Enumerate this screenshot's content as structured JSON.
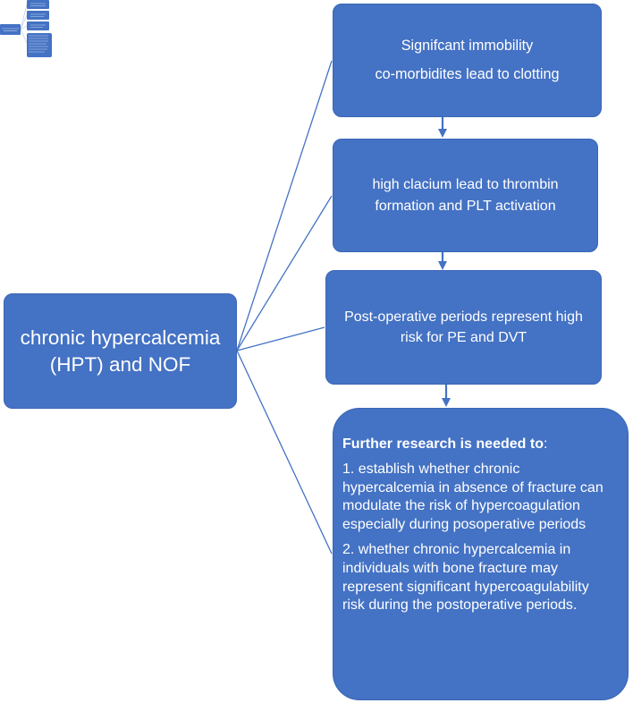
{
  "diagram": {
    "root": {
      "lines": [
        "chronic hypercalcemia",
        "(HPT) and NOF"
      ]
    },
    "boxes": [
      {
        "lines": [
          "Signifcant immobility",
          "co-morbidites lead to clotting"
        ]
      },
      {
        "text": "high clacium lead to thrombin formation and PLT activation"
      },
      {
        "text": "Post-operative periods represent high risk for PE and DVT"
      },
      {
        "title": "Further research is needed to",
        "title_suffix": ":",
        "items": [
          "1. establish whether  chronic hypercalcemia in absence of fracture can modulate the risk of hypercoagulation  especially during posoperative periods",
          "2. whether chronic hypercalcemia in individuals with bone fracture may represent significant hypercoagulability risk during the postoperative periods."
        ]
      }
    ],
    "colors": {
      "box_fill": "#4472C4",
      "connector": "#4472C4",
      "text": "#FFFFFF"
    }
  }
}
